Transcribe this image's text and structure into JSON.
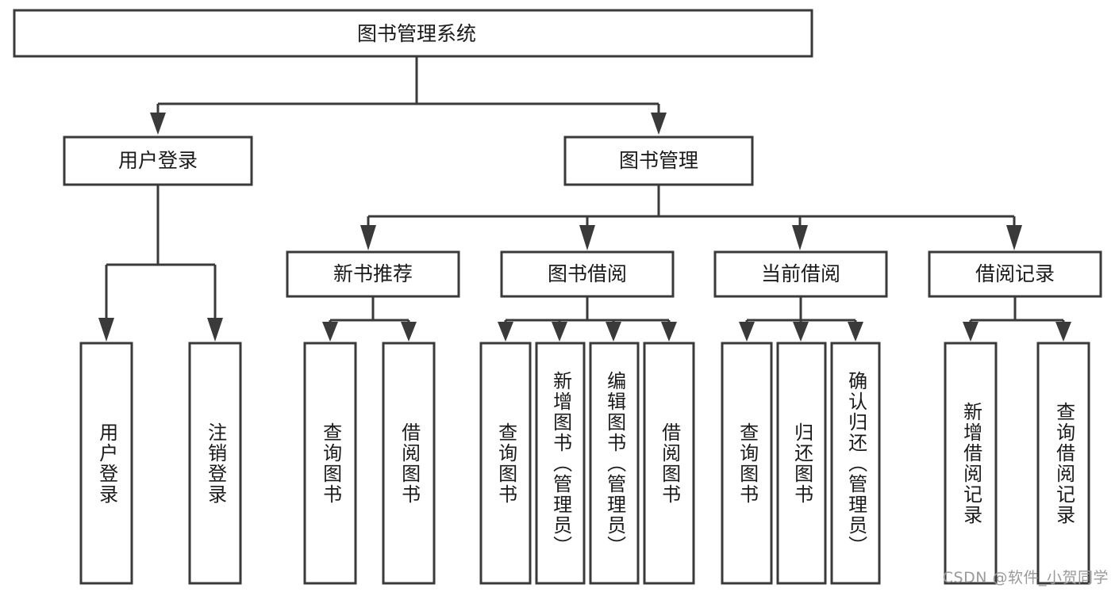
{
  "diagram": {
    "title": "图书管理系统",
    "type": "tree-hierarchy-chart",
    "watermark": "CSDN @软件_小贺同学",
    "colors": {
      "stroke": "#3a3a3a",
      "fill": "#ffffff",
      "text": "#1a1a1a",
      "watermark": "#9a9a9a"
    },
    "nodes": {
      "root": {
        "label": "图书管理系统",
        "level": 1,
        "orientation": "horizontal"
      },
      "l2": [
        {
          "id": "user-login",
          "label": "用户登录",
          "level": 2,
          "orientation": "horizontal"
        },
        {
          "id": "book-manage",
          "label": "图书管理",
          "level": 2,
          "orientation": "horizontal"
        }
      ],
      "l3": [
        {
          "id": "new-book-rec",
          "label": "新书推荐",
          "level": 3,
          "orientation": "horizontal"
        },
        {
          "id": "book-borrow",
          "label": "图书借阅",
          "level": 3,
          "orientation": "horizontal"
        },
        {
          "id": "current-borrow",
          "label": "当前借阅",
          "level": 3,
          "orientation": "horizontal"
        },
        {
          "id": "borrow-record",
          "label": "借阅记录",
          "level": 3,
          "orientation": "horizontal"
        }
      ],
      "leaves": [
        {
          "id": "leaf-user-login",
          "label": "用户登录",
          "parent": "user-login",
          "orientation": "vertical"
        },
        {
          "id": "leaf-user-logout",
          "label": "注销登录",
          "parent": "user-login",
          "orientation": "vertical"
        },
        {
          "id": "leaf-query-book-1",
          "label": "查询图书",
          "parent": "new-book-rec",
          "orientation": "vertical"
        },
        {
          "id": "leaf-borrow-book-1",
          "label": "借阅图书",
          "parent": "new-book-rec",
          "orientation": "vertical"
        },
        {
          "id": "leaf-query-book-2",
          "label": "查询图书",
          "parent": "book-borrow",
          "orientation": "vertical"
        },
        {
          "id": "leaf-add-book",
          "label": "新增图书（管理员）",
          "parent": "book-borrow",
          "orientation": "vertical"
        },
        {
          "id": "leaf-edit-book",
          "label": "编辑图书（管理员）",
          "parent": "book-borrow",
          "orientation": "vertical"
        },
        {
          "id": "leaf-borrow-book-2",
          "label": "借阅图书",
          "parent": "book-borrow",
          "orientation": "vertical"
        },
        {
          "id": "leaf-query-book-3",
          "label": "查询图书",
          "parent": "current-borrow",
          "orientation": "vertical"
        },
        {
          "id": "leaf-return-book",
          "label": "归还图书",
          "parent": "current-borrow",
          "orientation": "vertical"
        },
        {
          "id": "leaf-confirm-return",
          "label": "确认归还（管理员）",
          "parent": "current-borrow",
          "orientation": "vertical"
        },
        {
          "id": "leaf-add-record",
          "label": "新增借阅记录",
          "parent": "borrow-record",
          "orientation": "vertical"
        },
        {
          "id": "leaf-query-record",
          "label": "查询借阅记录",
          "parent": "borrow-record",
          "orientation": "vertical"
        }
      ]
    }
  }
}
